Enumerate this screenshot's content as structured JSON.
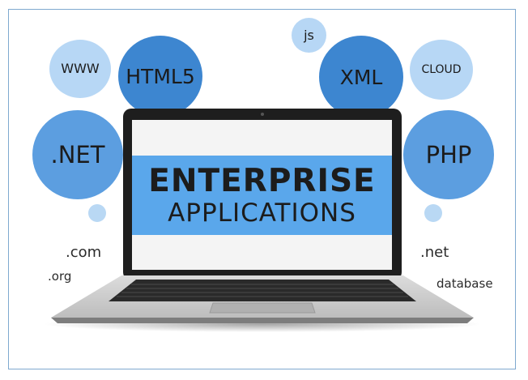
{
  "bubbles": {
    "www": "WWW",
    "html5": "HTML5",
    "js": "js",
    "xml": "XML",
    "cloud": "CLOUD",
    "net": ".NET",
    "php": "PHP"
  },
  "domains": {
    "com": ".com",
    "org": ".org",
    "net": ".net",
    "database": "database"
  },
  "screen": {
    "line1": "ENTERPRISE",
    "line2": "APPLICATIONS"
  },
  "colors": {
    "light_bubble": "#b7d7f5",
    "medium_bubble": "#5c9ee0",
    "dark_bubble": "#3d86d0",
    "banner": "#5aa7eb",
    "frame_border": "#7fa9cf"
  }
}
